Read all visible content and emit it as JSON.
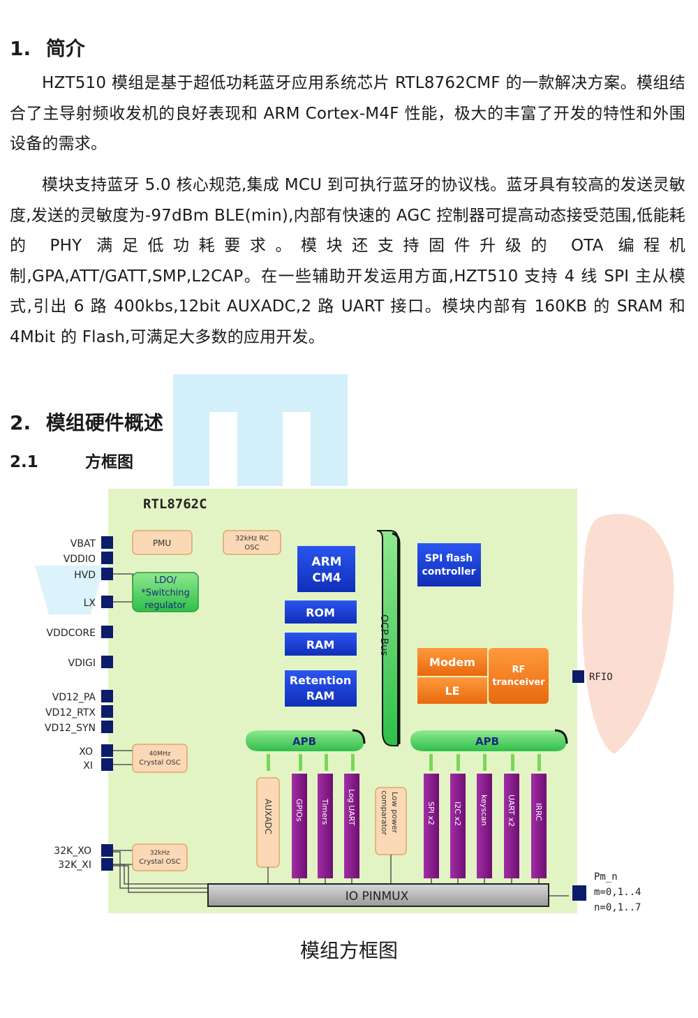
{
  "section1": {
    "number": "1.",
    "title": "简介"
  },
  "paragraphs": [
    "HZT510 模组是基于超低功耗蓝牙应用系统芯片 RTL8762CMF 的一款解决方案。模组结合了主导射频收发机的良好表现和 ARM Cortex-M4F 性能，极大的丰富了开发的特性和外围设备的需求。",
    "模块支持蓝牙 5.0 核心规范,集成 MCU 到可执行蓝牙的协议栈。蓝牙具有较高的发送灵敏度,发送的灵敏度为-97dBm BLE(min),内部有快速的 AGC 控制器可提高动态接受范围,低能耗的 PHY 满足低功耗要求。模块还支持固件升级的 OTA 编程机制,GPA,ATT/GATT,SMP,L2CAP。在一些辅助开发运用方面,HZT510 支持 4 线 SPI 主从模式,引出 6 路 400kbs,12bit AUXADC,2 路 UART 接口。模块内部有 160KB 的 SRAM 和 4Mbit 的 Flash,可满足大多数的应用开发。"
  ],
  "section2": {
    "number": "2.",
    "title": "模组硬件概述"
  },
  "section21": {
    "number": "2.1",
    "title": "方框图"
  },
  "diagram": {
    "chip_name": "RTL8762C",
    "left_pins": {
      "vbat": "VBAT",
      "vddio": "VDDIO",
      "hvd": "HVD",
      "lx": "LX",
      "vddcore": "VDDCORE",
      "vdigi": "VDIGI",
      "vd12_pa": "VD12_PA",
      "vd12_rtx": "VD12_RTX",
      "vd12_syn": "VD12_SYN",
      "xo": "XO",
      "xi": "XI",
      "xo32": "32K_XO",
      "xi32": "32K_XI"
    },
    "right_pins": {
      "rfio": "RFIO",
      "pm": "Pm_n",
      "m_range": "m=0,1..4",
      "n_range": "n=0,1..7"
    },
    "blocks": {
      "pmu": "PMU",
      "rc_osc_1": "32kHz RC",
      "rc_osc_2": "OSC",
      "ldo_1": "LDO/",
      "ldo_2": "*Switching",
      "ldo_3": "regulator",
      "arm_1": "ARM",
      "arm_2": "CM4",
      "rom": "ROM",
      "ram": "RAM",
      "ret_1": "Retention",
      "ret_2": "RAM",
      "ocp_bus": "OCP Bus",
      "spi_1": "SPI flash",
      "spi_2": "controller",
      "modem": "Modem",
      "le": "LE",
      "rf_1": "RF",
      "rf_2": "tranceiver",
      "xtal40_1": "40MHz",
      "xtal40_2": "Crystal OSC",
      "xtal32_1": "32kHz",
      "xtal32_2": "Crystal OSC",
      "apb_left": "APB",
      "apb_right": "APB",
      "pinmux": "IO PINMUX"
    },
    "peripherals": {
      "auxadc": "AUXADC",
      "gpios": "GPIOs",
      "timers": "Timers",
      "log_uart": "Log UART",
      "lpc_1": "Low power",
      "lpc_2": "comparator",
      "spi": "SPI x2",
      "i2c": "I2C x2",
      "keyscan": "keyscan",
      "uart": "UART x2",
      "irrc": "IRRC"
    }
  },
  "caption": "模组方框图",
  "colors": {
    "chip_bg": "#e3f4c4",
    "blue_block": "#1a3fd0",
    "orange_block": "#f07a1e",
    "peach_block": "#fbd9b6",
    "green_bus": "#5fd16b",
    "purple_periph": "#8b1a8f",
    "pin_square": "#0c1c6b",
    "pinmux_gray": "#b8b8b8"
  }
}
